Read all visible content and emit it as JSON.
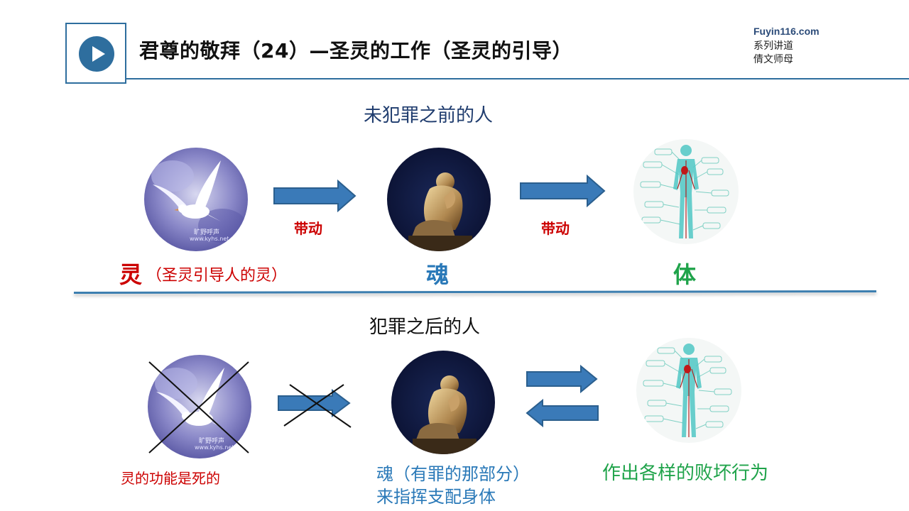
{
  "header": {
    "title": "君尊的敬拜（24）—圣灵的工作（圣灵的引导）",
    "site": "Fuyin116.com",
    "series": "系列讲道",
    "speaker": "倩文师母",
    "play_icon": "play-icon",
    "accent_color": "#2e6e9e"
  },
  "before": {
    "heading": "未犯罪之前的人",
    "arrow_label_1": "带动",
    "arrow_label_2": "带动",
    "spirit_label": "灵",
    "spirit_note": "（圣灵引导人的灵）",
    "soul_label": "魂",
    "body_label": "体",
    "watermark": "旷野呼声",
    "watermark_url": "www.kyhs.net"
  },
  "after": {
    "heading": "犯罪之后的人",
    "spirit_note": "灵的功能是死的",
    "soul_note_line1": "魂（有罪的那部分）",
    "soul_note_line2": "来指挥支配身体",
    "body_note": "作出各样的败坏行为",
    "watermark": "旷野呼声",
    "watermark_url": "www.kyhs.net"
  },
  "colors": {
    "red": "#cc0000",
    "blue": "#2a79b8",
    "green": "#1fa34a",
    "arrow_fill": "#3a7ab8",
    "arrow_stroke": "#2b5f8e"
  }
}
